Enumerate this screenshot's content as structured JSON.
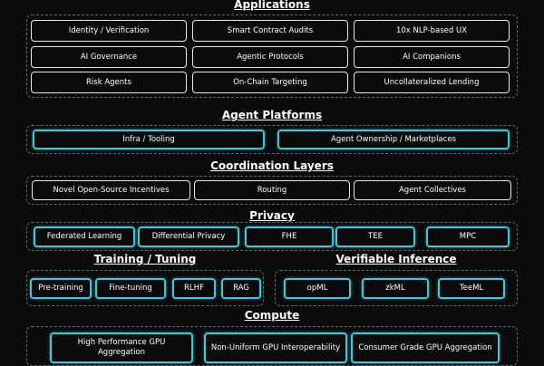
{
  "applications": {
    "title": "Applications",
    "items": [
      "Identity / Verification",
      "Smart Contract Audits",
      "10x NLP-based UX",
      "AI Governance",
      "Agentic Protocols",
      "AI Companions",
      "Risk Agents",
      "On-Chain Targeting",
      "Uncollateralized Lending"
    ]
  },
  "agent_platforms": {
    "title": "Agent Platforms",
    "items": [
      "Infra / Tooling",
      "Agent Ownership / Marketplaces"
    ]
  },
  "coordination_layers": {
    "title": "Coordination Layers",
    "items": [
      "Novel Open-Source Incentives",
      "Routing",
      "Agent Collectives"
    ]
  },
  "privacy": {
    "title": "Privacy",
    "items": [
      "Federated Learning",
      "Differential Privacy",
      "FHE",
      "TEE",
      "MPC"
    ]
  },
  "training_tuning": {
    "title": "Training / Tuning",
    "items": [
      "Pre-training",
      "Fine-tuning",
      "RLHF",
      "RAG"
    ]
  },
  "verifiable_inference": {
    "title": "Verifiable Inference",
    "items": [
      "opML",
      "zkML",
      "TeeML"
    ]
  },
  "compute": {
    "title": "Compute",
    "items": [
      "High Performance GPU Aggregation",
      "Non-Uniform GPU Interoperability",
      "Consumer Grade GPU Aggregation"
    ]
  },
  "colors": {
    "background": "#0b0b0b",
    "accent_cyan": "#42c6d8",
    "white_border": "#e8e8e8",
    "group_border": "#5b6a6e"
  }
}
